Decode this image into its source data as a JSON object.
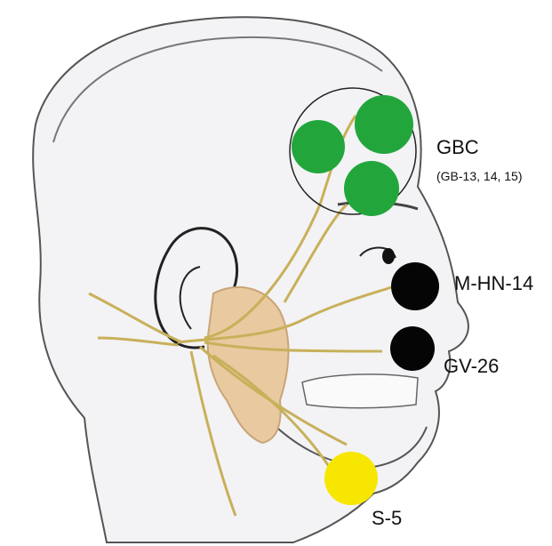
{
  "labels": {
    "gbc": "GBC",
    "gbc_points": "(GB-13, 14, 15)",
    "mhn14": "M-HN-14",
    "gv26": "GV-26",
    "s5": "S-5"
  },
  "colors": {
    "green_points": "#22a63c",
    "black_points": "#050505",
    "yellow_point": "#f7e600",
    "nerve": "#c8b05a",
    "gland": "#e8c9a0",
    "outline": "#3a3a3a"
  }
}
